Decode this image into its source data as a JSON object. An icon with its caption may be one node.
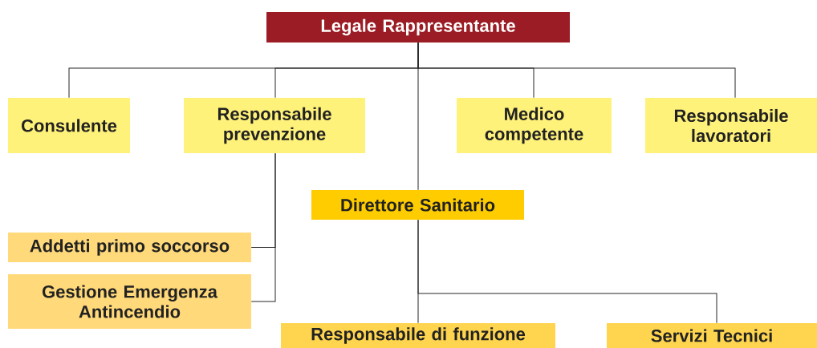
{
  "diagram": {
    "nodes": [
      {
        "text": [
          "Legale Rappresentante"
        ]
      },
      {
        "text": [
          "Consulente"
        ]
      },
      {
        "text": [
          "Responsabile prevenzione"
        ]
      },
      {
        "text": [
          "Medico competente"
        ]
      },
      {
        "text": [
          "Responsabile lavoratori"
        ]
      },
      {
        "text": [
          "Direttore Sanitario"
        ]
      },
      {
        "text": [
          "Addetti primo soccorso"
        ]
      },
      {
        "text": [
          "Gestione Emergenza Antincendio"
        ]
      },
      {
        "text": [
          "Responsabile di funzione"
        ]
      },
      {
        "text": [
          "Servizi Tecnici"
        ]
      }
    ],
    "edges": [
      {
        "from": 0,
        "to": 1,
        "arrow": "none"
      },
      {
        "from": 0,
        "to": 2,
        "arrow": "none"
      },
      {
        "from": 0,
        "to": 3,
        "arrow": "none"
      },
      {
        "from": 0,
        "to": 4,
        "arrow": "none"
      },
      {
        "from": 0,
        "to": 5,
        "arrow": "none"
      },
      {
        "from": 2,
        "to": 6,
        "arrow": "none"
      },
      {
        "from": 2,
        "to": 7,
        "arrow": "none"
      },
      {
        "from": 5,
        "to": 8,
        "arrow": "none"
      },
      {
        "from": 5,
        "to": 9,
        "arrow": "none"
      }
    ]
  }
}
